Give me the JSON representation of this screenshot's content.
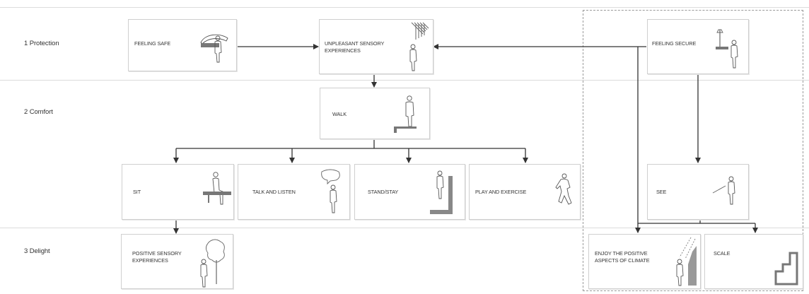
{
  "rows": {
    "protection": "1 Protection",
    "comfort": "2 Comfort",
    "delight": "3 Delight"
  },
  "boxes": {
    "feeling_safe": "FEELING SAFE",
    "unpleasant": "UNPLEASANT SENSORY\nEXPERIENCES",
    "feeling_secure": "FEELING SECURE",
    "walk": "WALK",
    "sit": "SIT",
    "talk": "TALK AND LISTEN",
    "stand": "STAND/STAY",
    "play": "PLAY AND EXERCISE",
    "see": "SEE",
    "positive": "POSITIVE SENSORY\nEXPERIENCES",
    "climate": "ENJOY THE POSITIVE\nASPECTS OF CLIMATE",
    "scale": "SCALE"
  },
  "icons": {
    "feeling_safe": "person-shelter-icon",
    "unpleasant": "person-rain-icon",
    "feeling_secure": "person-lamp-icon",
    "walk": "person-walking-icon",
    "sit": "person-sitting-icon",
    "talk": "person-speech-bubble-icon",
    "stand": "person-wall-icon",
    "play": "person-running-icon",
    "see": "person-looking-icon",
    "positive": "person-tree-icon",
    "climate": "person-sun-icon",
    "scale": "person-building-icon"
  },
  "colors": {
    "line": "#333333",
    "box_border": "#cfcfcf",
    "divider": "#dcdcdc",
    "dashed": "#9a9a9a"
  }
}
